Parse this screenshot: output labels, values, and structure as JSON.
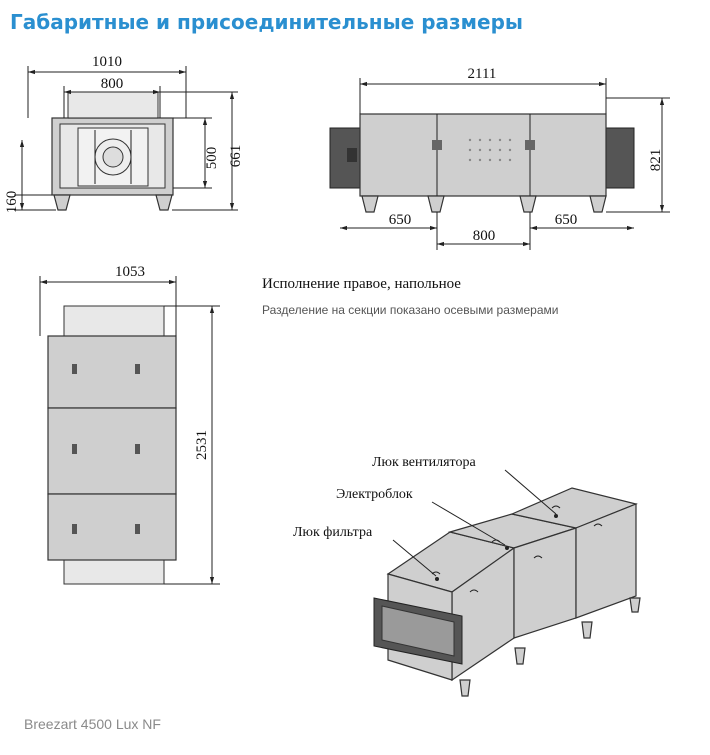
{
  "header": {
    "title": "Габаритные и присоединительные размеры"
  },
  "subtitle": "Исполнение правое, напольное",
  "note": "Разделение на секции показано осевыми размерами",
  "footer": "Breezart 4500 Lux NF",
  "front_view": {
    "width_overall": "1010",
    "width_inner": "800",
    "height_inner": "500",
    "height_overall": "661",
    "leg_height": "160"
  },
  "side_view": {
    "length": "2111",
    "height": "821",
    "left_offset": "650",
    "middle": "800",
    "right_offset": "650"
  },
  "top_view": {
    "width": "1053",
    "length": "2531"
  },
  "callouts": {
    "fan_hatch": "Люк вентилятора",
    "electro_block": "Электроблок",
    "filter_hatch": "Люк фильтра"
  },
  "colors": {
    "title": "#2a8fd0",
    "body": "#cfcfcf",
    "outline": "#333333"
  }
}
